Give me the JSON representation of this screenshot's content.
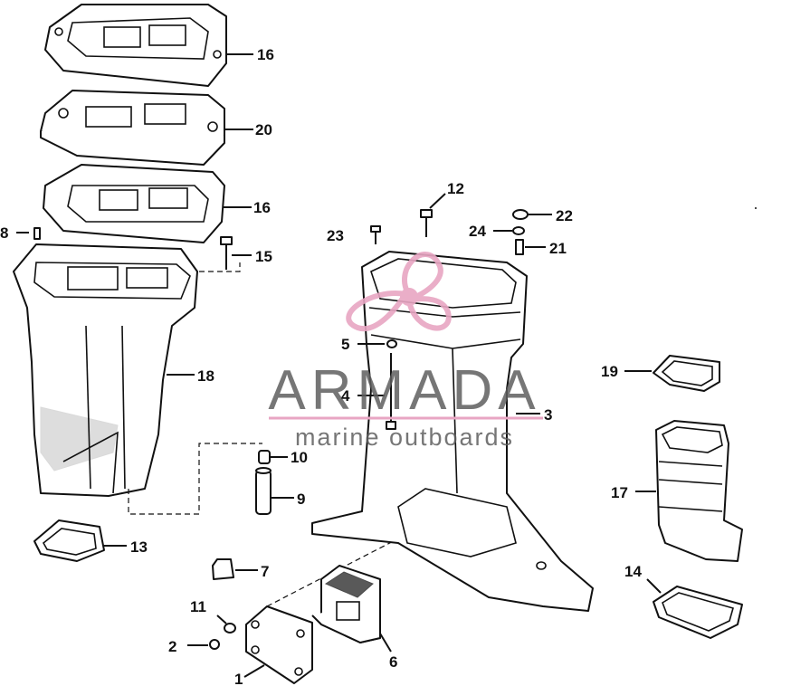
{
  "watermark": {
    "brand": "ARMADA",
    "tagline": "marine outboards",
    "accent_color": "#e8a6c3",
    "text_color": "#5f5f5f"
  },
  "callouts": {
    "c1": "1",
    "c2": "2",
    "c3": "3",
    "c4": "4",
    "c5": "5",
    "c6": "6",
    "c7": "7",
    "c8": "8",
    "c9": "9",
    "c10": "10",
    "c11": "11",
    "c12": "12",
    "c13": "13",
    "c14": "14",
    "c15": "15",
    "c16a": "16",
    "c16b": "16",
    "c17": "17",
    "c18": "18",
    "c19": "19",
    "c20": "20",
    "c21": "21",
    "c22": "22",
    "c23": "23",
    "c24": "24"
  }
}
